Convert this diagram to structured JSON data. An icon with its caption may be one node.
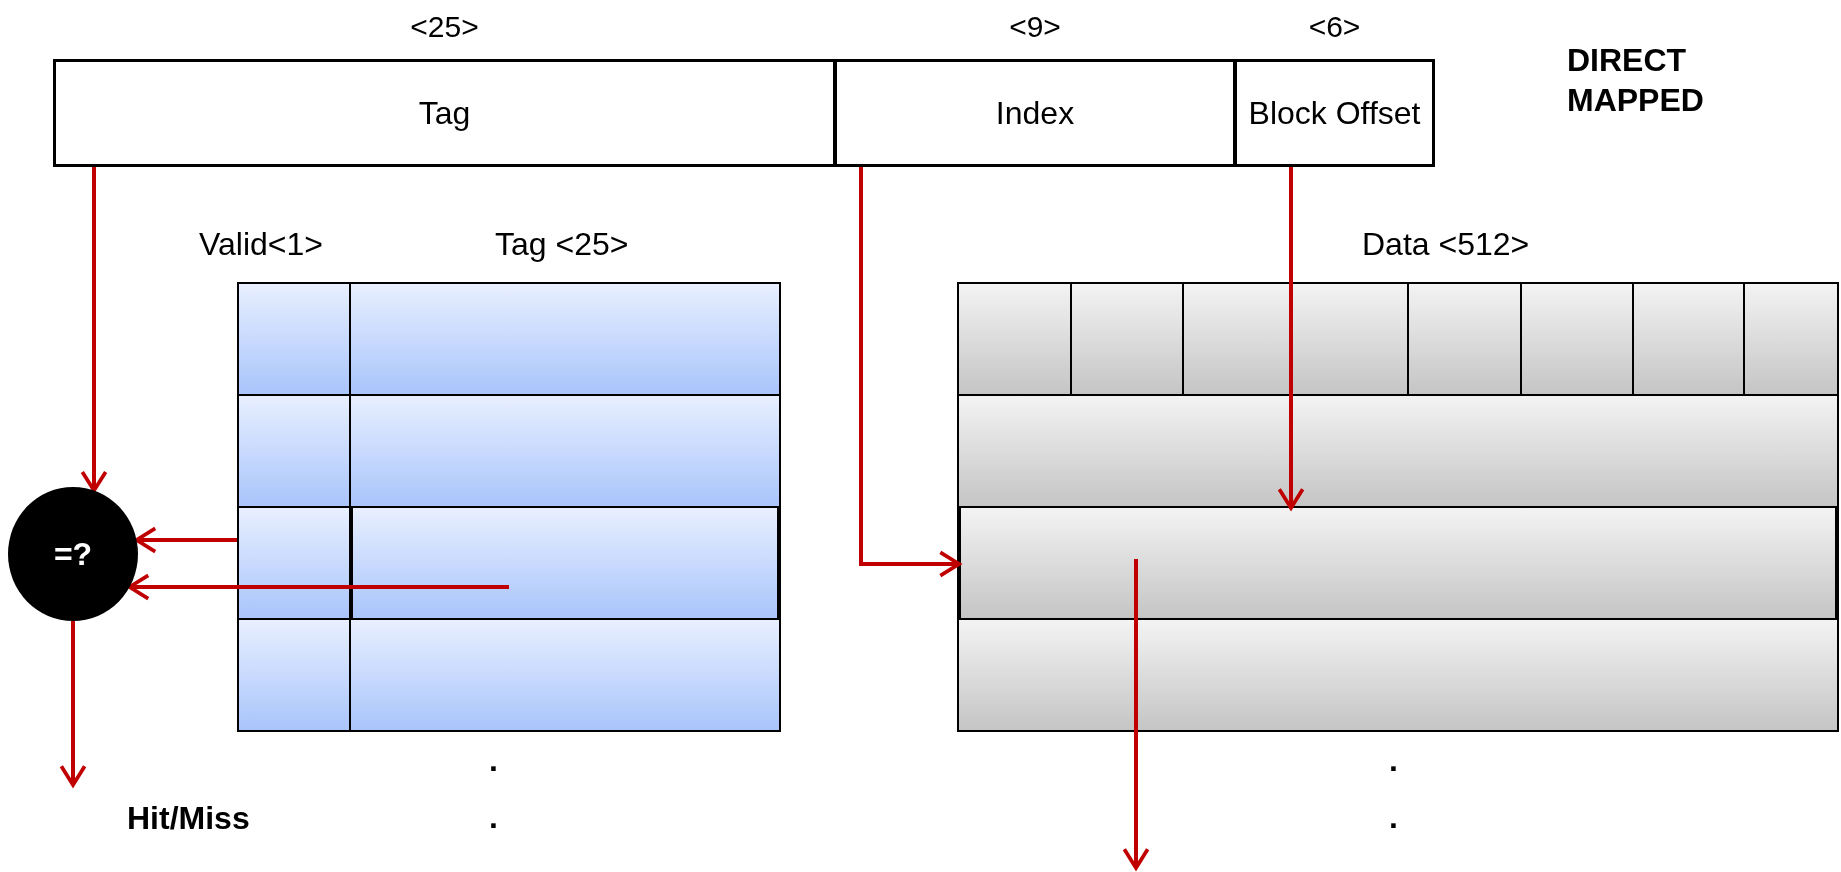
{
  "diagram": {
    "nodes": [
      {
        "text": [
          "Tag"
        ],
        "beside": [
          "<25>"
        ]
      },
      {
        "text": [
          "Index"
        ],
        "beside": [
          "<9>"
        ]
      },
      {
        "text": [
          "Block Offset"
        ],
        "beside": [
          "<6>"
        ]
      },
      {
        "text": [
          "Valid<1>",
          "Tag <25>"
        ]
      },
      {
        "text": [],
        "shape": "box",
        "in": 3
      },
      {
        "text": [
          "Data <512>"
        ]
      },
      {
        "text": [],
        "shape": "box",
        "in": 5
      },
      {
        "text": [
          "=?"
        ]
      },
      {
        "text": [
          "Hit/Miss"
        ]
      }
    ],
    "edges": [
      {
        "from": 0,
        "to": 7,
        "arrow": "to"
      },
      {
        "from": 1,
        "to": 6,
        "arrow": "to"
      },
      {
        "from": 2,
        "to": 6,
        "arrow": "to"
      },
      {
        "from": 3,
        "to": 7,
        "arrow": "to"
      },
      {
        "from": 4,
        "to": 7,
        "arrow": "to"
      },
      {
        "from": 7,
        "to": 8,
        "arrow": "to"
      },
      {
        "from": 6,
        "to": null,
        "arrow": "to"
      }
    ],
    "labels": [
      "DIRECT MAPPED",
      ".",
      ".",
      ".",
      "."
    ]
  }
}
